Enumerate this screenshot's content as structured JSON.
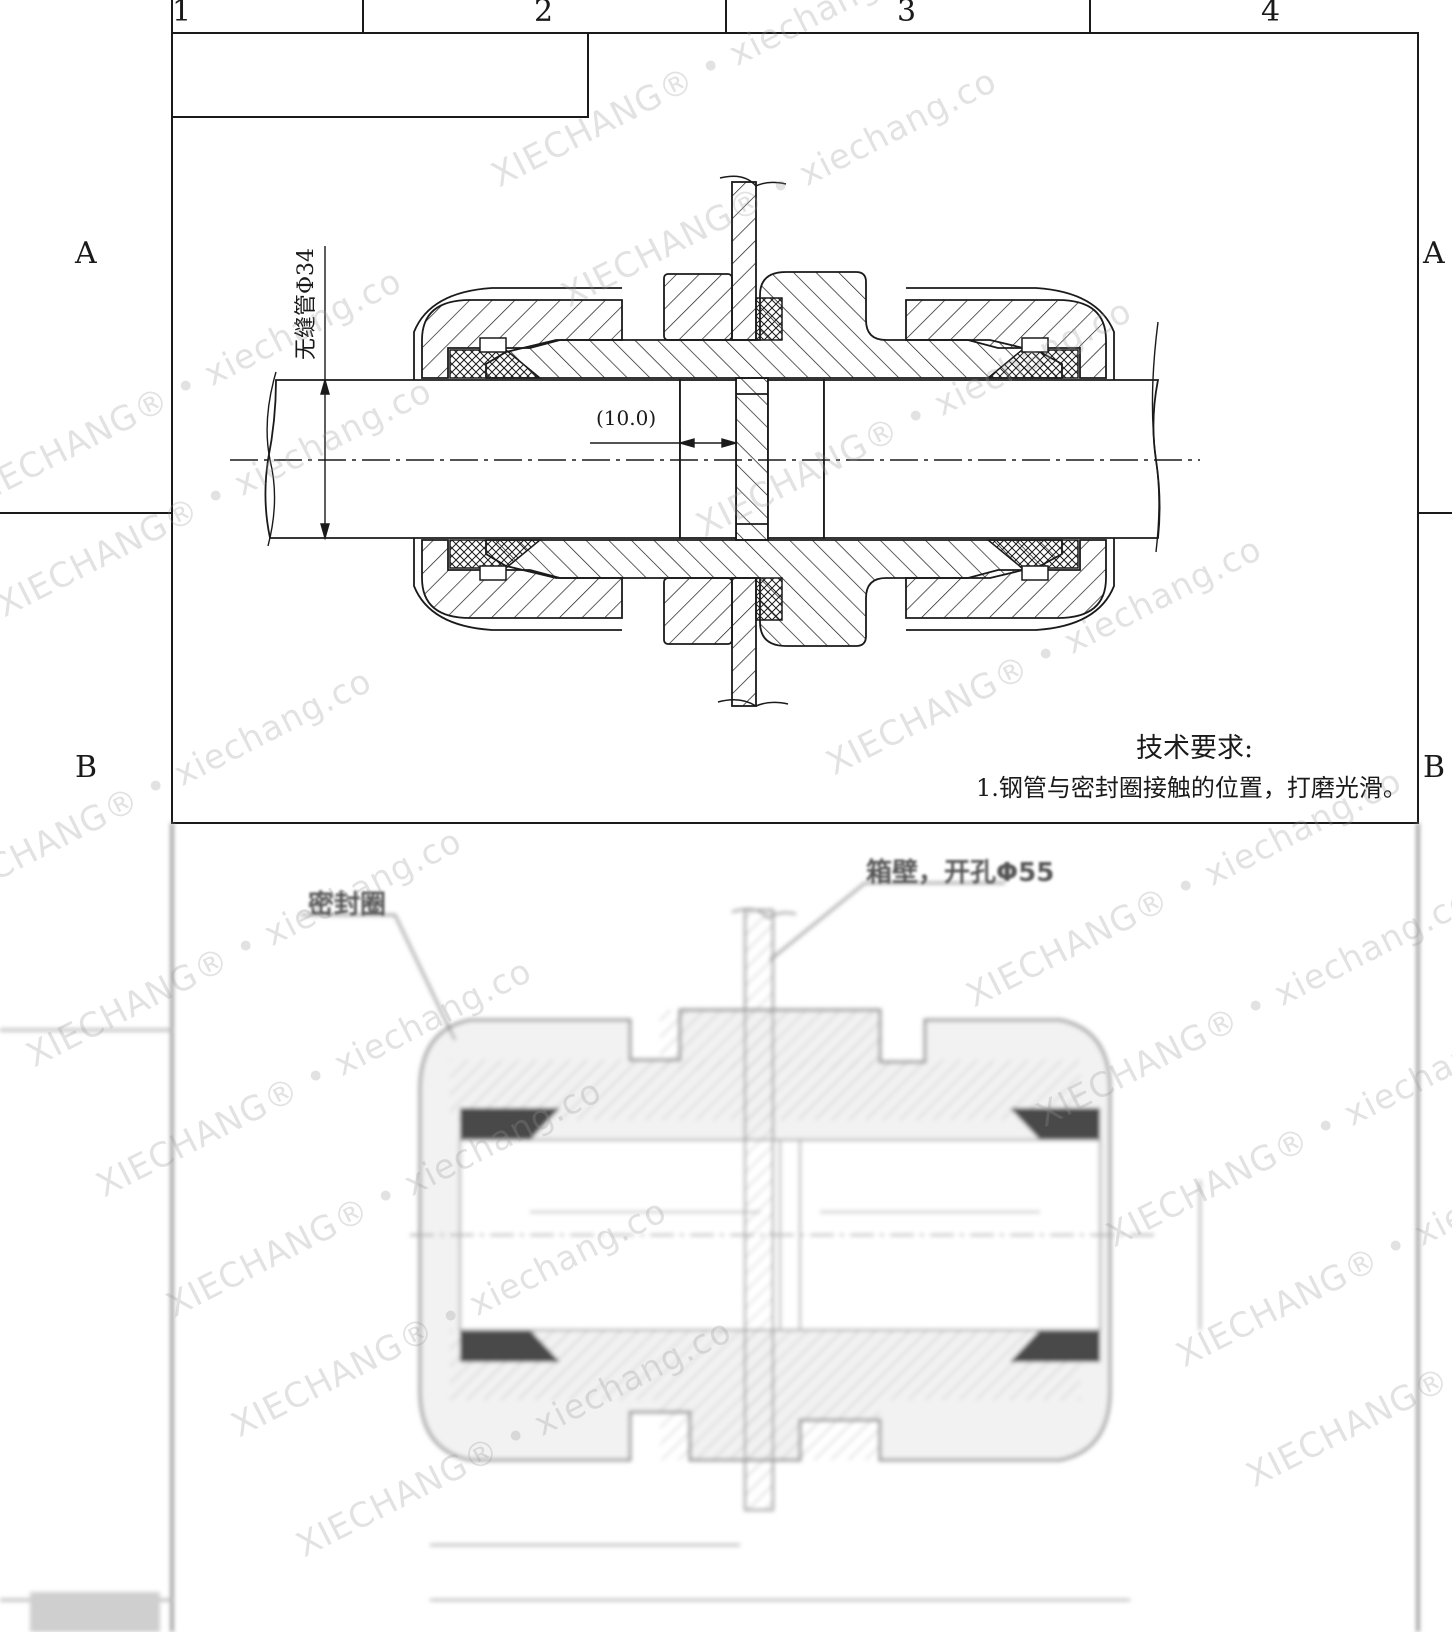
{
  "zones": {
    "columns": [
      "1",
      "2",
      "3",
      "4"
    ],
    "rows": [
      "A",
      "B"
    ]
  },
  "labels": {
    "pipe": "无缝管Φ34",
    "gap_dim": "(10.0)"
  },
  "notes": {
    "title": "技术要求:",
    "line1": "1.钢管与密封圈接触的位置，打磨光滑。"
  },
  "render": {
    "seal": "密封圈",
    "wall": "箱壁，开孔Φ55"
  },
  "watermark": "XIECHANG® • xiechang.co"
}
